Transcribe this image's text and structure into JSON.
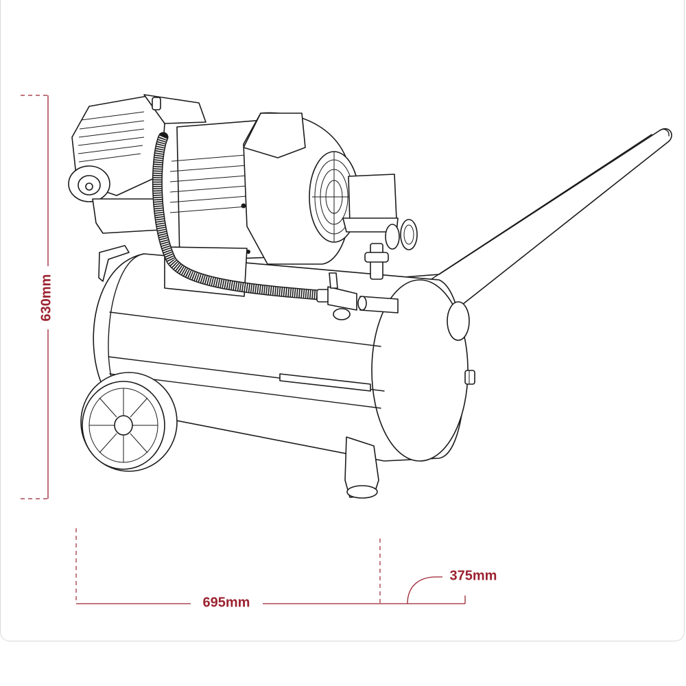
{
  "dimensions": {
    "height_label": "630mm",
    "width_label": "695mm",
    "depth_label": "375mm"
  },
  "colors": {
    "dimension_accent": "#9b2230",
    "line_art": "#1a1a1a",
    "background": "#ffffff"
  }
}
